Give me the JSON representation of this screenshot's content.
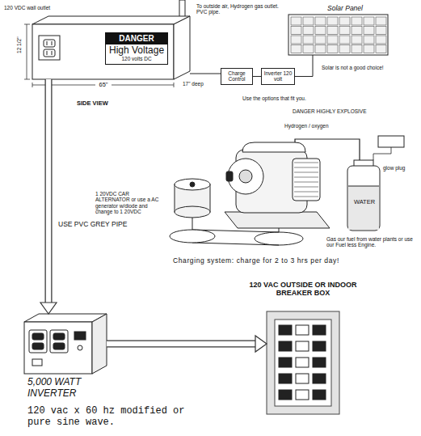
{
  "diagram": {
    "nodes": [
      {
        "text": [
          "SIDE VIEW"
        ]
      },
      {
        "text": [
          "120 VDC wall outlet"
        ],
        "in": 0
      },
      {
        "text": [
          "DANGER",
          "High Voltage",
          "120 volts DC"
        ],
        "in": 0
      },
      {
        "text": [
          "Solar Panel"
        ]
      },
      {
        "text": [
          "Charge Control"
        ]
      },
      {
        "text": [
          "Inverter 120 volt"
        ]
      },
      {
        "text": [
          "5,000 WATT INVERTER",
          "120 vac x 60 hz modified or pure sine wave."
        ]
      },
      {
        "text": [
          "120 VAC OUTSIDE OR INDOOR BREAKER BOX"
        ]
      }
    ],
    "edges": [
      {
        "from": 0,
        "to": 4,
        "arrow": "none"
      },
      {
        "from": 4,
        "to": 5,
        "arrow": "none"
      },
      {
        "from": 5,
        "to": 3,
        "arrow": "none"
      },
      {
        "from": 0,
        "to": 6,
        "arrow": "to",
        "label": "USE PVC GREY PIPE"
      },
      {
        "from": 6,
        "to": 7,
        "arrow": "to"
      }
    ],
    "labels": [
      "To outside air, Hydrogen gas outlet. PVC pipe.",
      "12 1/2\"",
      "65\"",
      "17\" deep",
      "Solar is not a good choice!",
      "Use the options that fit you.",
      "DANGER HIGHLY EXPLOSIVE",
      "Hydrogen / oxygen",
      "glow plug",
      "WATER",
      "Gas our fuel from water plants or use our Fuel less Engine.",
      "1 20VDC CAR ALTERNATOR or use a AC generator w/diode and change to 1 20VDC",
      "Charging system: charge for 2 to 3 hrs per day!"
    ]
  }
}
